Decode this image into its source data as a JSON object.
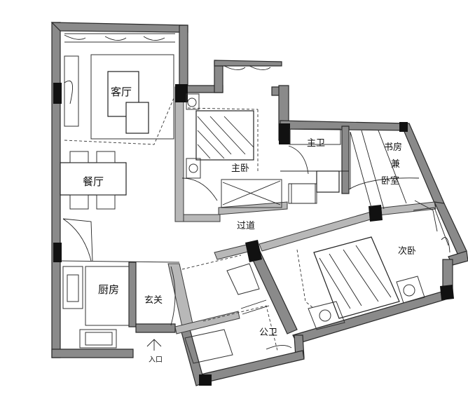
{
  "rooms": {
    "living_room": "客厅",
    "dining_room": "餐厅",
    "master_bedroom": "主卧",
    "master_bath": "主卫",
    "study_line1": "书房",
    "study_line2": "兼",
    "study_line3": "卧室",
    "hallway": "过道",
    "second_bedroom": "次卧",
    "kitchen": "厨房",
    "foyer": "玄关",
    "public_bath": "公卫",
    "entrance": "入口"
  }
}
